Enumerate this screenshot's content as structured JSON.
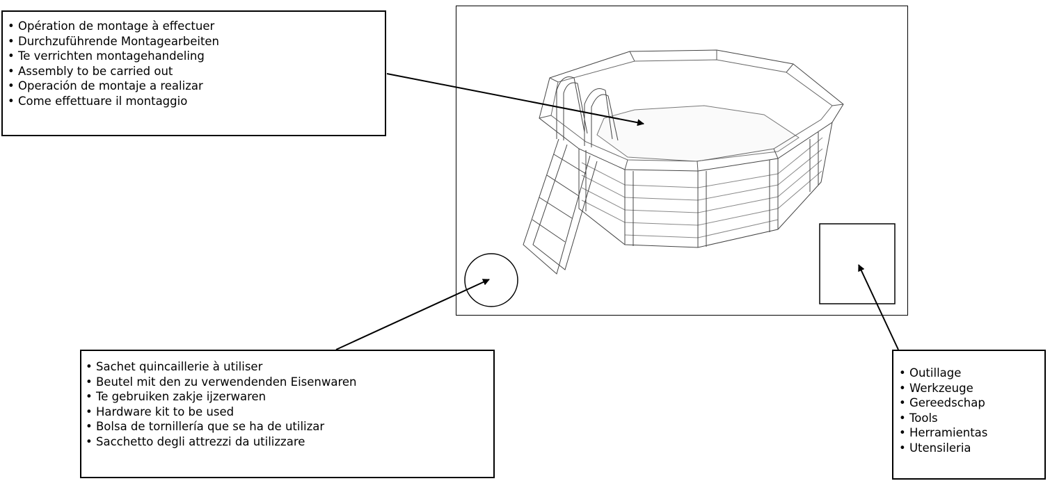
{
  "callouts": {
    "assembly": {
      "lines": [
        "Opération de montage à effectuer",
        "Durchzuführende Montagearbeiten",
        "Te verrichten montagehandeling",
        "Assembly to be carried out",
        "Operación de montaje a realizar",
        "Come effettuare il montaggio"
      ]
    },
    "hardware": {
      "lines": [
        "Sachet quincaillerie à utiliser",
        "Beutel mit den zu verwendenden Eisenwaren",
        "Te gebruiken zakje ijzerwaren",
        "Hardware kit to be used",
        "Bolsa de tornillería que se ha de utilizar",
        "Sacchetto degli attrezzi da utilizzare"
      ]
    },
    "tools": {
      "lines": [
        "Outillage",
        "Werkzeuge",
        "Gereedschap",
        "Tools",
        "Herramientas",
        "Utensileria"
      ]
    }
  },
  "illustration": {
    "subject": "octagonal-wooden-pool-with-ladder-icon"
  }
}
